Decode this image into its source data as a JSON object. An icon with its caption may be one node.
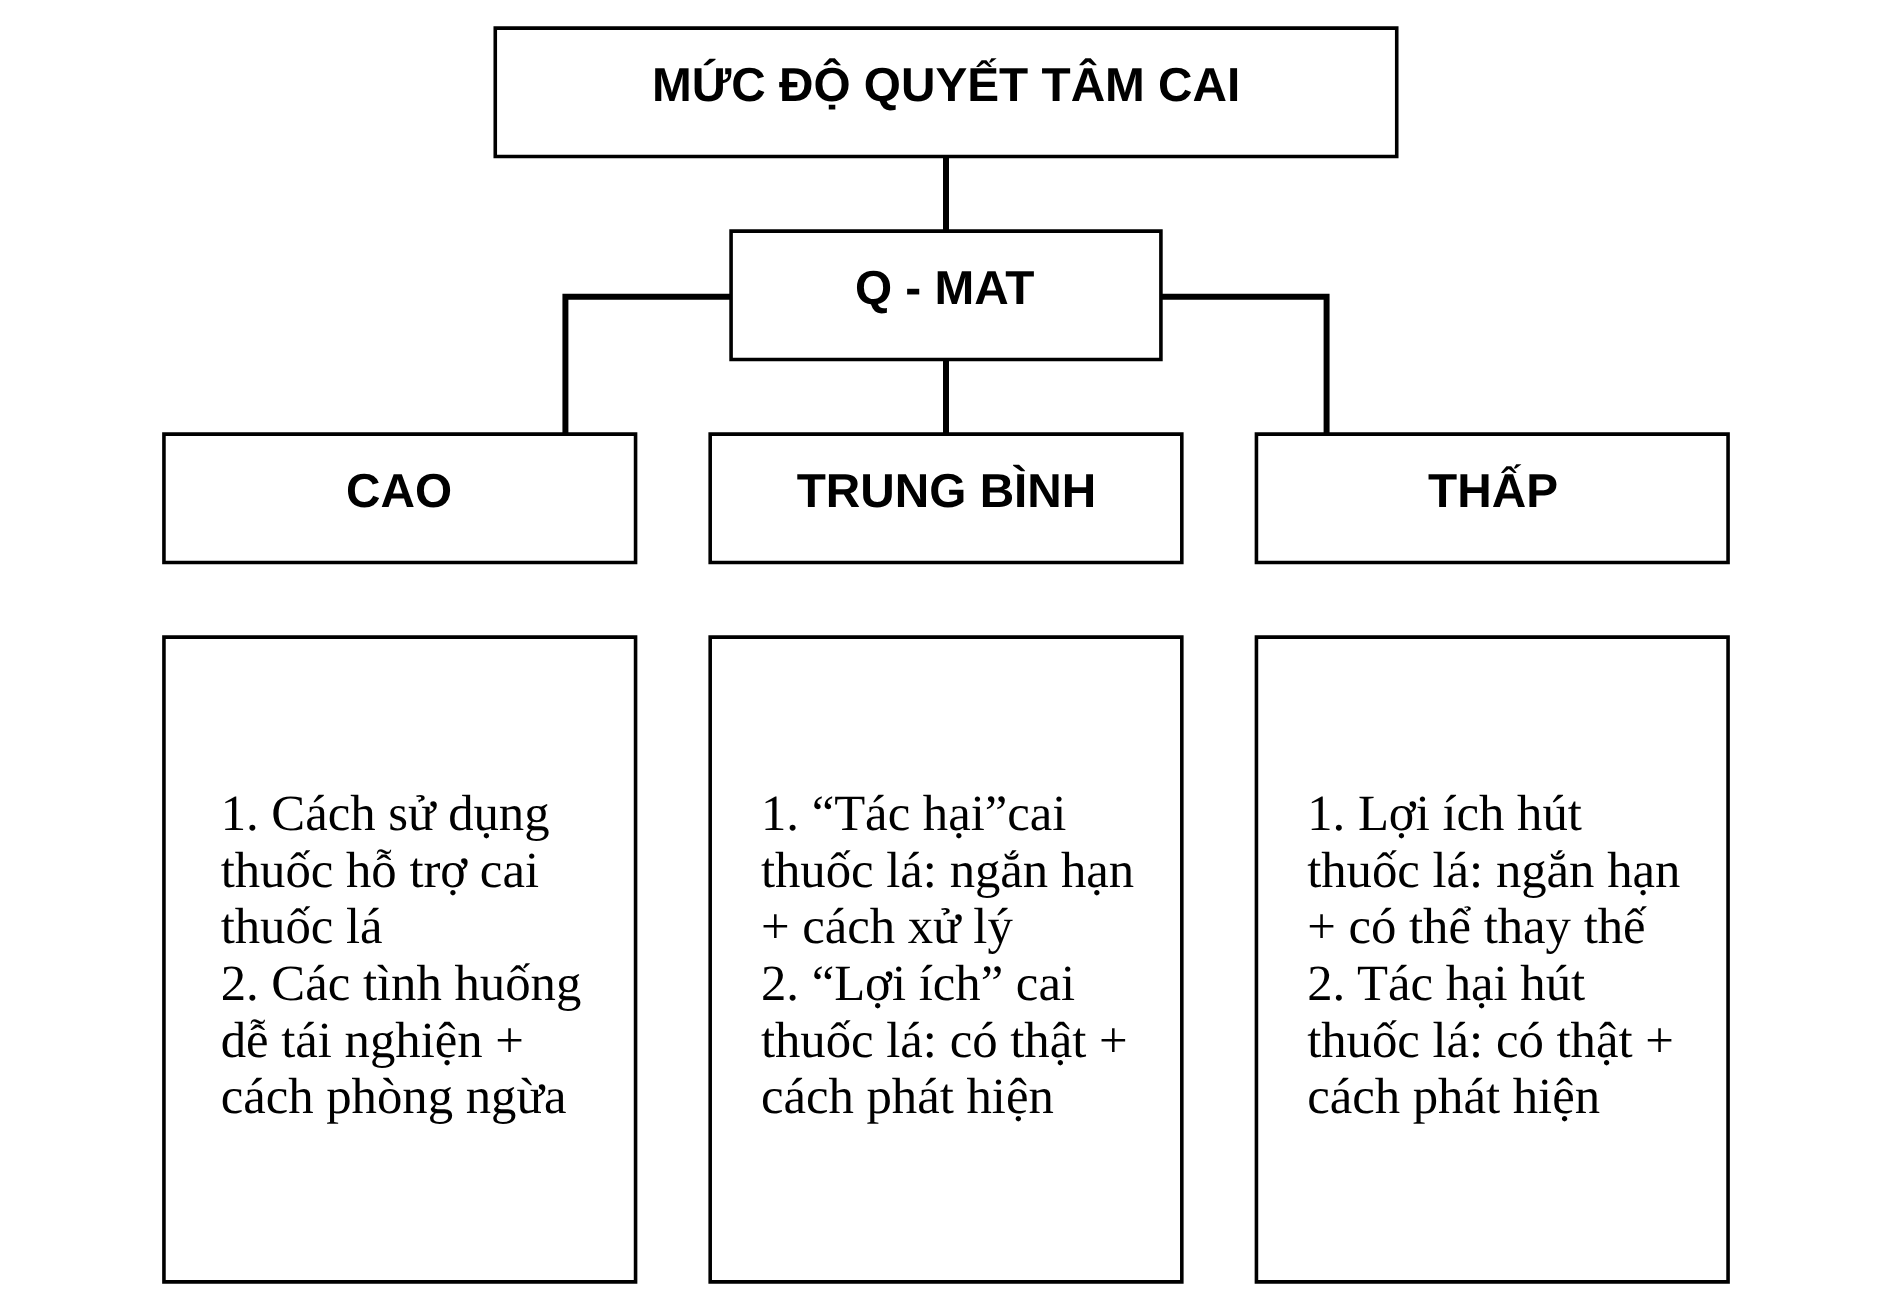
{
  "diagram": {
    "nodes": [
      {
        "text": [
          "MỨC ĐỘ QUYẾT TÂM CAI"
        ]
      },
      {
        "text": [
          "Q - MAT"
        ]
      },
      {
        "text": [
          "CAO"
        ]
      },
      {
        "text": [
          "TRUNG BÌNH"
        ]
      },
      {
        "text": [
          "THẤP"
        ]
      },
      {
        "text": [
          "1. Cách sử dụng thuốc hỗ trợ cai thuốc lá",
          "2. Các tình huống dễ tái nghiện + cách phòng ngừa"
        ]
      },
      {
        "text": [
          "1. “Tác hại”cai thuốc lá: ngắn hạn + cách xử lý",
          "2. “Lợi ích” cai thuốc lá: có thật + cách phát hiện"
        ]
      },
      {
        "text": [
          "1. Lợi ích hút thuốc lá: ngắn hạn + có thể thay thế",
          "2. Tác hại hút thuốc lá: có thật + cách phát hiện"
        ]
      }
    ],
    "edges": [
      {
        "from": 0,
        "to": 1,
        "arrow": "none"
      },
      {
        "from": 1,
        "to": 2,
        "arrow": "none"
      },
      {
        "from": 1,
        "to": 3,
        "arrow": "none"
      },
      {
        "from": 1,
        "to": 4,
        "arrow": "none"
      }
    ]
  }
}
